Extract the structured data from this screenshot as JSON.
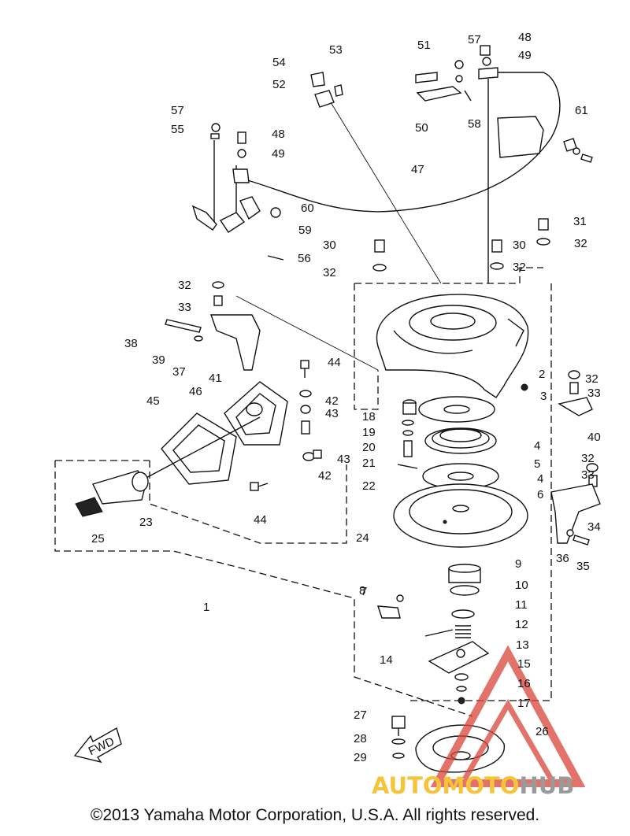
{
  "callouts": [
    {
      "text": "51"
    },
    {
      "text": "57"
    },
    {
      "text": "48"
    },
    {
      "text": "53"
    },
    {
      "text": "49"
    },
    {
      "text": "54"
    },
    {
      "text": "52"
    },
    {
      "text": "61"
    },
    {
      "text": "57"
    },
    {
      "text": "50"
    },
    {
      "text": "58"
    },
    {
      "text": "55"
    },
    {
      "text": "48"
    },
    {
      "text": "49"
    },
    {
      "text": "47"
    },
    {
      "text": "60"
    },
    {
      "text": "59"
    },
    {
      "text": "31"
    },
    {
      "text": "30"
    },
    {
      "text": "30"
    },
    {
      "text": "32"
    },
    {
      "text": "56"
    },
    {
      "text": "32"
    },
    {
      "text": "32"
    },
    {
      "text": "32"
    },
    {
      "text": "33"
    },
    {
      "text": "38"
    },
    {
      "text": "39"
    },
    {
      "text": "37"
    },
    {
      "text": "44"
    },
    {
      "text": "2"
    },
    {
      "text": "32"
    },
    {
      "text": "41"
    },
    {
      "text": "46"
    },
    {
      "text": "45"
    },
    {
      "text": "42"
    },
    {
      "text": "43"
    },
    {
      "text": "3"
    },
    {
      "text": "33"
    },
    {
      "text": "18"
    },
    {
      "text": "19"
    },
    {
      "text": "20"
    },
    {
      "text": "4"
    },
    {
      "text": "40"
    },
    {
      "text": "21"
    },
    {
      "text": "5"
    },
    {
      "text": "43"
    },
    {
      "text": "42"
    },
    {
      "text": "22"
    },
    {
      "text": "32"
    },
    {
      "text": "33"
    },
    {
      "text": "4"
    },
    {
      "text": "6"
    },
    {
      "text": "44"
    },
    {
      "text": "23"
    },
    {
      "text": "34"
    },
    {
      "text": "25"
    },
    {
      "text": "24"
    },
    {
      "text": "36"
    },
    {
      "text": "35"
    },
    {
      "text": "7"
    },
    {
      "text": "9"
    },
    {
      "text": "1"
    },
    {
      "text": "8"
    },
    {
      "text": "10"
    },
    {
      "text": "11"
    },
    {
      "text": "12"
    },
    {
      "text": "14"
    },
    {
      "text": "13"
    },
    {
      "text": "15"
    },
    {
      "text": "16"
    },
    {
      "text": "17"
    },
    {
      "text": "27"
    },
    {
      "text": "26"
    },
    {
      "text": "28"
    },
    {
      "text": "29"
    }
  ],
  "fwd_label": "FWD",
  "watermark": {
    "part1": "AUTOMOTO",
    "part2": "HUB",
    "color1": "#f5c43a",
    "color2": "#9a9a9a",
    "logo_color": "#d9453a"
  },
  "copyright": "©2013 Yamaha Motor Corporation, U.S.A. All rights reserved."
}
